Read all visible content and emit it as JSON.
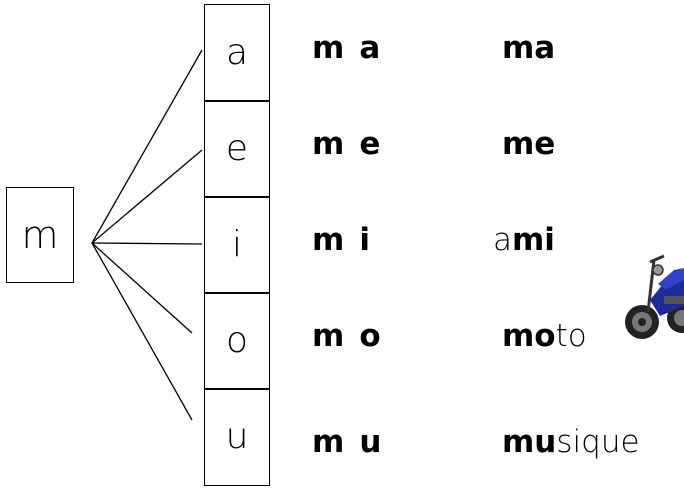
{
  "consonant": "m",
  "vowels": [
    "a",
    "e",
    "i",
    "o",
    "u"
  ],
  "syllables": [
    {
      "c": "m",
      "v": "a"
    },
    {
      "c": "m",
      "v": "e"
    },
    {
      "c": "m",
      "v": "i"
    },
    {
      "c": "m",
      "v": "o"
    },
    {
      "c": "m",
      "v": "u"
    }
  ],
  "words": [
    {
      "pre": "",
      "bold": "ma",
      "post": ""
    },
    {
      "pre": "",
      "bold": "me",
      "post": ""
    },
    {
      "pre": "a",
      "bold": "mi",
      "post": ""
    },
    {
      "pre": "",
      "bold": "mo",
      "post": "to"
    },
    {
      "pre": "",
      "bold": "mu",
      "post": "sique"
    }
  ],
  "illustration": "motorcycle-icon"
}
